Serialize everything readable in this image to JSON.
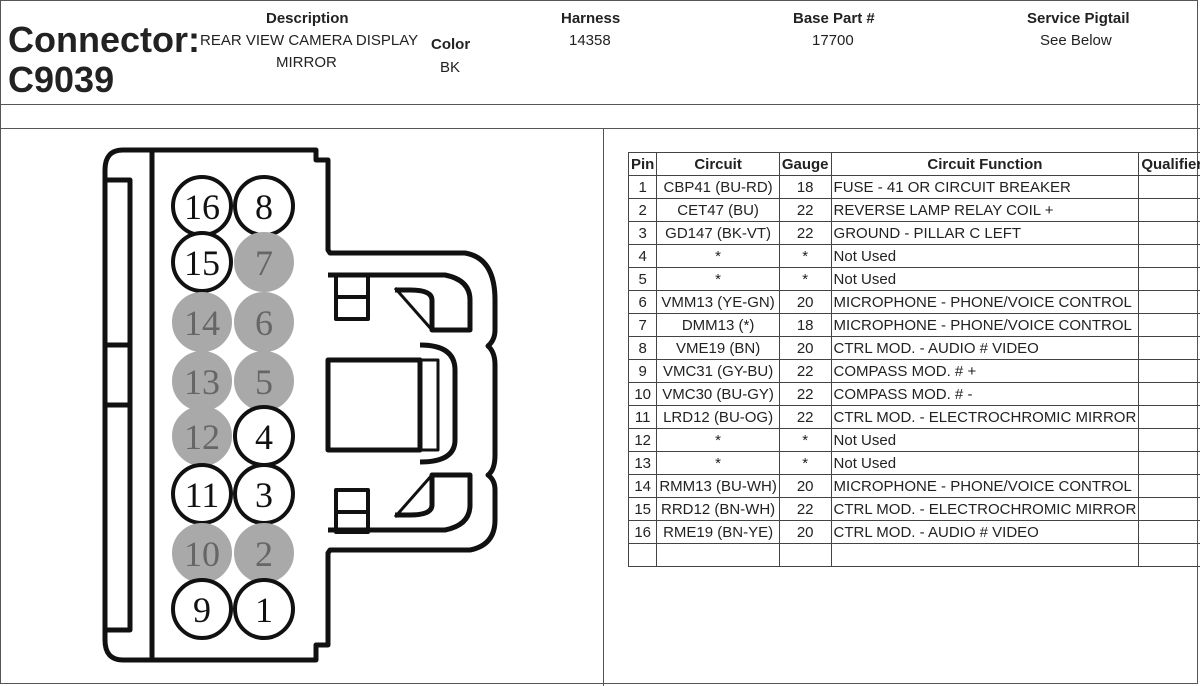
{
  "header": {
    "connector_label": "Connector:",
    "connector_id": "C9039",
    "description_label": "Description",
    "description_line1": "REAR VIEW CAMERA DISPLAY",
    "description_line2": "MIRROR",
    "color_label": "Color",
    "color_value": "BK",
    "harness_label": "Harness",
    "harness_value": "14358",
    "base_part_label": "Base Part #",
    "base_part_value": "17700",
    "service_pigtail_label": "Service Pigtail",
    "service_pigtail_value": "See Below"
  },
  "connector": {
    "pins": [
      {
        "n": "16",
        "used": true
      },
      {
        "n": "8",
        "used": true
      },
      {
        "n": "15",
        "used": true
      },
      {
        "n": "7",
        "used": false
      },
      {
        "n": "14",
        "used": false
      },
      {
        "n": "6",
        "used": false
      },
      {
        "n": "13",
        "used": false
      },
      {
        "n": "5",
        "used": false
      },
      {
        "n": "12",
        "used": false
      },
      {
        "n": "4",
        "used": true
      },
      {
        "n": "11",
        "used": true
      },
      {
        "n": "3",
        "used": true
      },
      {
        "n": "10",
        "used": false
      },
      {
        "n": "2",
        "used": false
      },
      {
        "n": "9",
        "used": true
      },
      {
        "n": "1",
        "used": true
      }
    ],
    "used_color": "#ffffff",
    "unused_color": "#a9a9a9"
  },
  "table": {
    "headers": [
      "Pin",
      "Circuit",
      "Gauge",
      "Circuit Function",
      "Qualifier"
    ],
    "rows": [
      [
        "1",
        "CBP41 (BU-RD)",
        "18",
        "FUSE - 41 OR CIRCUIT BREAKER",
        ""
      ],
      [
        "2",
        "CET47 (BU)",
        "22",
        "REVERSE LAMP RELAY COIL +",
        ""
      ],
      [
        "3",
        "GD147 (BK-VT)",
        "22",
        "GROUND - PILLAR C LEFT",
        ""
      ],
      [
        "4",
        "*",
        "*",
        "Not Used",
        ""
      ],
      [
        "5",
        "*",
        "*",
        "Not Used",
        ""
      ],
      [
        "6",
        "VMM13 (YE-GN)",
        "20",
        "MICROPHONE - PHONE/VOICE CONTROL",
        ""
      ],
      [
        "7",
        "DMM13 (*)",
        "18",
        "MICROPHONE - PHONE/VOICE CONTROL",
        ""
      ],
      [
        "8",
        "VME19 (BN)",
        "20",
        "CTRL MOD. - AUDIO # VIDEO",
        ""
      ],
      [
        "9",
        "VMC31 (GY-BU)",
        "22",
        "COMPASS MOD. # +",
        ""
      ],
      [
        "10",
        "VMC30 (BU-GY)",
        "22",
        "COMPASS MOD. # -",
        ""
      ],
      [
        "11",
        "LRD12 (BU-OG)",
        "22",
        "CTRL MOD. - ELECTROCHROMIC MIRROR",
        ""
      ],
      [
        "12",
        "*",
        "*",
        "Not Used",
        ""
      ],
      [
        "13",
        "*",
        "*",
        "Not Used",
        ""
      ],
      [
        "14",
        "RMM13 (BU-WH)",
        "20",
        "MICROPHONE - PHONE/VOICE CONTROL",
        ""
      ],
      [
        "15",
        "RRD12 (BN-WH)",
        "22",
        "CTRL MOD. - ELECTROCHROMIC MIRROR",
        ""
      ],
      [
        "16",
        "RME19 (BN-YE)",
        "20",
        "CTRL MOD. - AUDIO # VIDEO",
        ""
      ],
      [
        "",
        "",
        "",
        "",
        ""
      ]
    ]
  }
}
